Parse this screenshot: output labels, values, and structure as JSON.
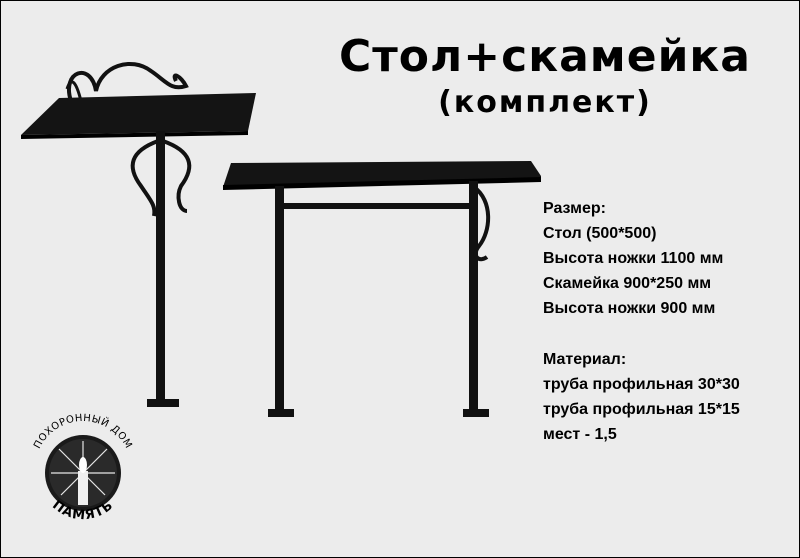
{
  "header": {
    "title": "Стол+скамейка",
    "subtitle": "(комплект)"
  },
  "size": {
    "heading": "Размер:",
    "lines": [
      "Стол (500*500)",
      "Высота ножки 1100 мм",
      "Скамейка 900*250 мм",
      "Высота ножки 900 мм"
    ]
  },
  "material": {
    "heading": "Материал:",
    "lines": [
      "труба профильная 30*30",
      "труба профильная 15*15",
      "мест - 1,5"
    ]
  },
  "logo": {
    "top_text": "ПОХОРОННЫЙ ДОМ",
    "bottom_text": "ПАМЯТЬ"
  },
  "colors": {
    "background": "#ececec",
    "ink": "#000000",
    "metal": "#111111"
  }
}
